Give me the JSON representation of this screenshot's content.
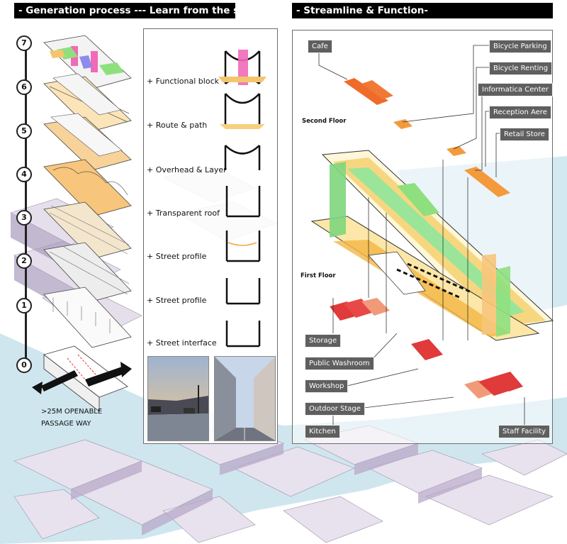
{
  "headers": {
    "left": "- Generation process --- Learn from the street -",
    "right": "- Streamline & Function-"
  },
  "steps": [
    "7",
    "6",
    "5",
    "4",
    "3",
    "2",
    "1",
    "0"
  ],
  "process_labels": [
    "+ Functional block",
    "+ Route & path",
    "+ Overhead & Layer",
    "+ Transparent roof",
    "+ Street profile",
    "+ Street profile",
    "+ Street interface"
  ],
  "passage": {
    "line1": ">25M OPENABLE",
    "line2": "PASSAGE WAY"
  },
  "floors": {
    "second": "Second Floor",
    "first": "First Floor"
  },
  "function_tags": {
    "cafe": "Cafe",
    "bicycle_parking": "Bicycle Parking",
    "bicycle_renting": "Bicycle Renting",
    "informatica_center": "Informatica Center",
    "reception_area": "Reception Aere",
    "retail_store": "Retail Store",
    "storage": "Storage",
    "public_washroom": "Public Washroom",
    "workshop": "Workshop",
    "outdoor_stage": "Outdoor Stage",
    "kitchen": "Kitchen",
    "staff_facility": "Staff Facility"
  },
  "colors": {
    "header_bg": "#000000",
    "tag_bg": "#5f5f5f",
    "orange": "#f3a73b",
    "green": "#7dd97a",
    "pink": "#f06ab8",
    "red": "#e03a3a",
    "water": "#cfe6ef",
    "building": "#dcd6e6"
  }
}
